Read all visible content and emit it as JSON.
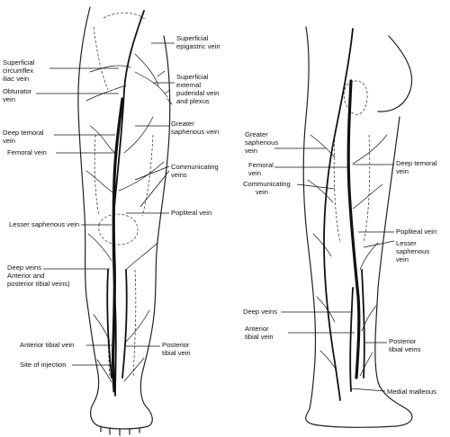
{
  "anterior_view": {
    "labels": {
      "superficial_circumflex_iliac": [
        "Superficial",
        "circumflex",
        "iliac vein"
      ],
      "obturator": [
        "Obturator",
        "vein"
      ],
      "deep_temoral": [
        "Deep temoral",
        "vein"
      ],
      "femoral": [
        "Femoral vein"
      ],
      "lesser_saphenous": [
        "Lesser saphenous vein"
      ],
      "deep_veins": [
        "Deep veins",
        "Anterior and",
        "posterior tibial veins)"
      ],
      "anterior_tibial": [
        "Anterior tibial vein"
      ],
      "site_of_injection": [
        "Site of injection"
      ],
      "superficial_epigastric": [
        "Superficial",
        "epigastric vein"
      ],
      "superficial_external_pudendal": [
        "Superficial",
        "external",
        "pudendal vein",
        "and plexus"
      ],
      "greater_saphenous": [
        "Greater",
        "saphenous vein"
      ],
      "communicating": [
        "Communicating",
        "veins"
      ],
      "popliteal": [
        "Popliteal vein"
      ],
      "posterior_tibial": [
        "Posterior",
        "tibial vein"
      ]
    }
  },
  "medial_view": {
    "labels": {
      "greater_saphenous": [
        "Greater",
        "saphenous",
        "vein"
      ],
      "femoral": [
        "Femoral",
        "vein"
      ],
      "communicating": [
        "Communicating",
        "vein"
      ],
      "deep_veins": [
        "Deep veins"
      ],
      "anterior_tibial": [
        "Anterior",
        "tibial vein"
      ],
      "deep_temoral": [
        "Deep temoral",
        "vein"
      ],
      "popliteal": [
        "Popliteal vein"
      ],
      "lesser_saphenous": [
        "Lesser",
        "saphenous",
        "vein"
      ],
      "posterior_tibial": [
        "Posterior",
        "tibial veins"
      ],
      "medial_malleous": [
        "Medial malleous"
      ]
    }
  }
}
